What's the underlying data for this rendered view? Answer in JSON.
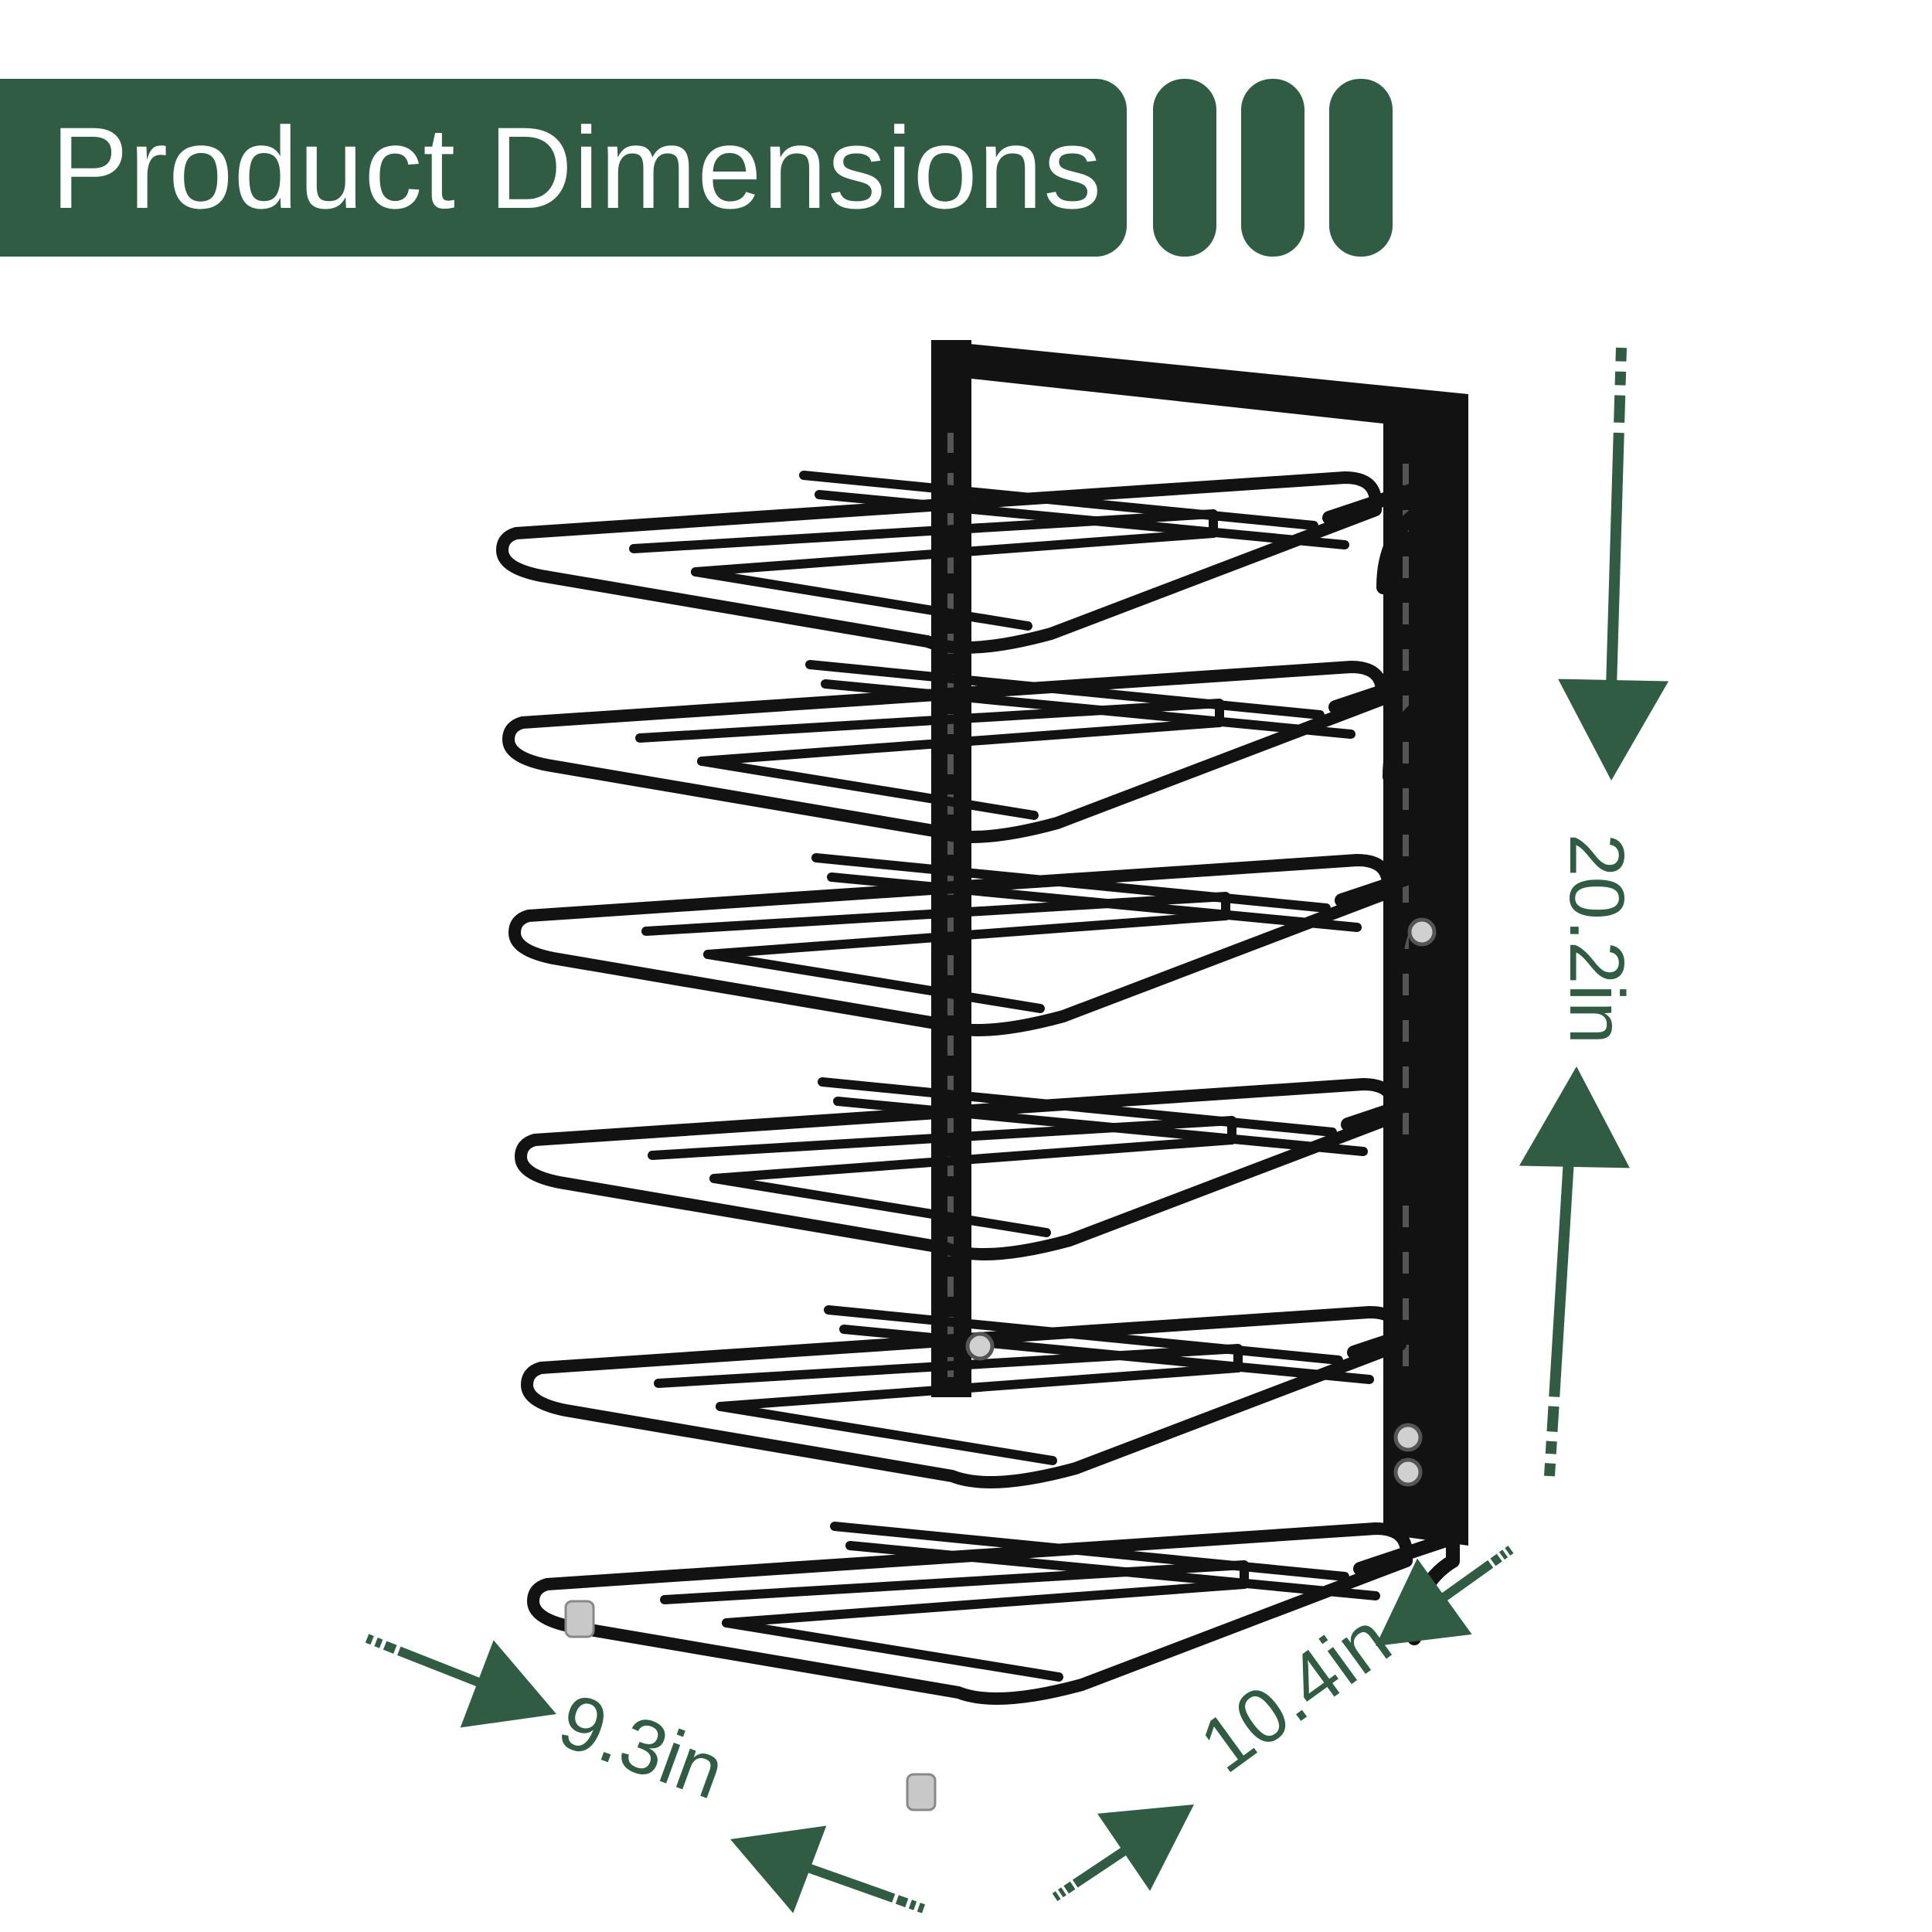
{
  "banner": {
    "title": "Product Dimensions"
  },
  "dimensions": {
    "height": "20.2in",
    "width": "9.3in",
    "depth": "10.4in"
  },
  "colors": {
    "accent": "#2f5c43",
    "rack": "#121212",
    "background": "#ffffff",
    "foot": "#c8c8c8"
  },
  "icons": [
    "rack-illustration",
    "arrow-down-icon",
    "arrow-up-icon",
    "arrow-right-icon",
    "arrow-left-icon"
  ]
}
